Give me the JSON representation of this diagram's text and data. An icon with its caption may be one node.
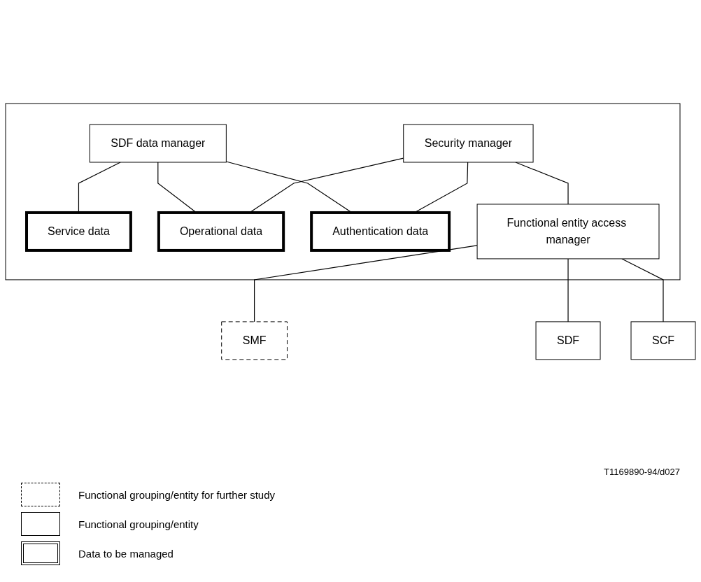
{
  "diagram": {
    "nodes": [
      {
        "text": [],
        "shape": "box"
      },
      {
        "text": [
          "SDF data manager"
        ],
        "in": 0
      },
      {
        "text": [
          "Service data"
        ],
        "in": 0
      },
      {
        "text": [
          "Operational data"
        ],
        "in": 0
      },
      {
        "text": [
          "Authentication data"
        ],
        "in": 0
      },
      {
        "text": [
          "Security manager"
        ],
        "in": 0
      },
      {
        "text": [
          "Functional entity access manager"
        ],
        "in": 0
      },
      {
        "text": [
          "SMF"
        ]
      },
      {
        "text": [
          "SDF"
        ]
      },
      {
        "text": [
          "SCF"
        ]
      }
    ],
    "edges": [
      {
        "from": 1,
        "to": 2,
        "arrow": "none"
      },
      {
        "from": 1,
        "to": 3,
        "arrow": "none"
      },
      {
        "from": 1,
        "to": 4,
        "arrow": "none"
      },
      {
        "from": 5,
        "to": 3,
        "arrow": "none"
      },
      {
        "from": 5,
        "to": 4,
        "arrow": "none"
      },
      {
        "from": 5,
        "to": 6,
        "arrow": "none"
      },
      {
        "from": 6,
        "to": 7,
        "arrow": "none"
      },
      {
        "from": 6,
        "to": 8,
        "arrow": "none"
      },
      {
        "from": 6,
        "to": 9,
        "arrow": "none"
      }
    ],
    "labels": [
      "T1169890-94/d027"
    ],
    "legend": [
      {
        "text": "Functional grouping/entity for further study"
      },
      {
        "text": "Functional grouping/entity"
      },
      {
        "text": "Data to be managed"
      }
    ]
  }
}
